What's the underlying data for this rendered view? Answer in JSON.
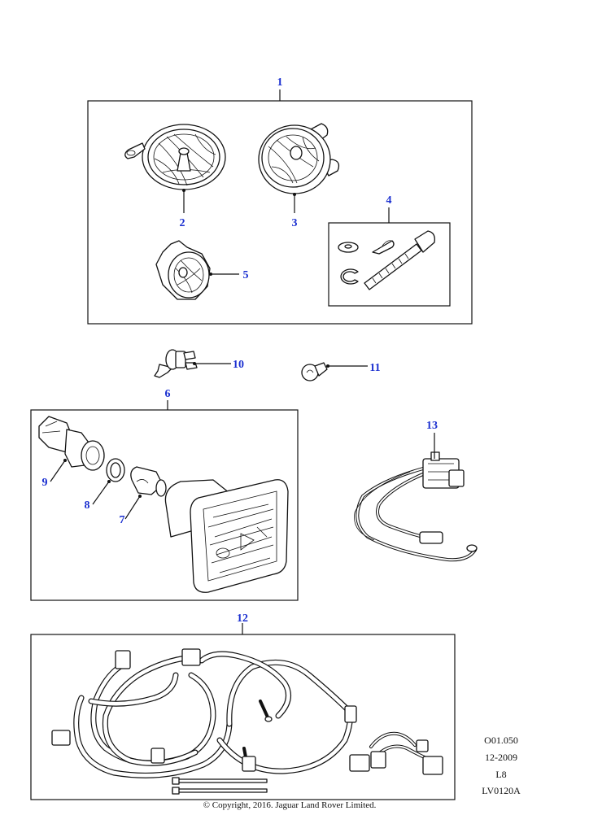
{
  "diagram": {
    "callouts": [
      {
        "id": "c1",
        "label": "1"
      },
      {
        "id": "c2",
        "label": "2"
      },
      {
        "id": "c3",
        "label": "3"
      },
      {
        "id": "c4",
        "label": "4"
      },
      {
        "id": "c5",
        "label": "5"
      },
      {
        "id": "c6",
        "label": "6"
      },
      {
        "id": "c7",
        "label": "7"
      },
      {
        "id": "c8",
        "label": "8"
      },
      {
        "id": "c9",
        "label": "9"
      },
      {
        "id": "c10",
        "label": "10"
      },
      {
        "id": "c11",
        "label": "11"
      },
      {
        "id": "c12",
        "label": "12"
      },
      {
        "id": "c13",
        "label": "13"
      }
    ],
    "reference": {
      "code": "O01.050",
      "date": "12-2009",
      "level": "L8",
      "drawing": "LV0120A"
    },
    "copyright": "© Copyright, 2016. Jaguar Land Rover Limited.",
    "colors": {
      "callout": "#1a2fd0",
      "line": "#111111",
      "background": "#ffffff"
    }
  }
}
